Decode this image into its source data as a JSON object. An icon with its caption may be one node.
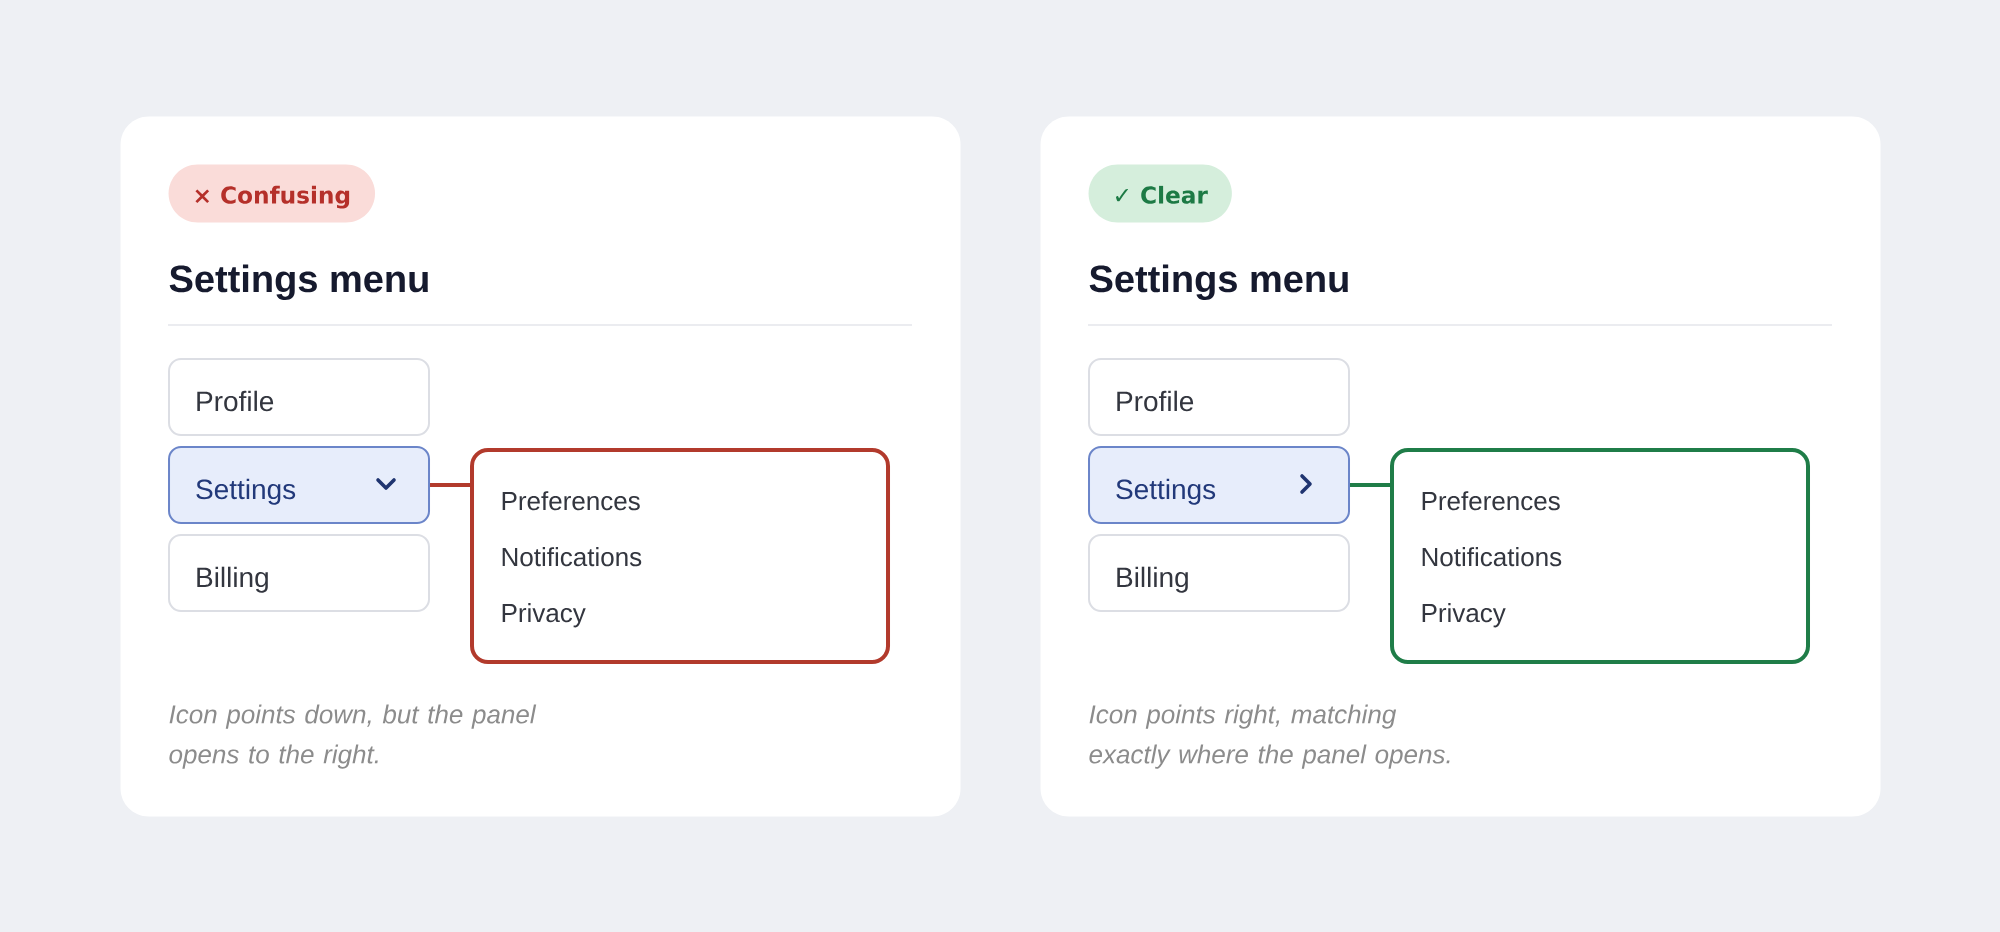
{
  "diagram": {
    "nodes": [
      {
        "text": [
          "Settings menu",
          "Icon points down, but the panel opens to the right."
        ]
      },
      {
        "text": [
          "× Confusing"
        ],
        "in": 0
      },
      {
        "text": [
          "Profile"
        ],
        "in": 0
      },
      {
        "text": [
          "Settings"
        ],
        "in": 0
      },
      {
        "text": [
          "Billing"
        ],
        "in": 0
      },
      {
        "text": [
          "Preferences",
          "Notifications",
          "Privacy"
        ],
        "in": 0
      },
      {
        "text": [
          "Settings menu",
          "Icon points right, matching exactly where the panel opens."
        ]
      },
      {
        "text": [
          "✓ Clear"
        ],
        "in": 6
      },
      {
        "text": [
          "Profile"
        ],
        "in": 6
      },
      {
        "text": [
          "Settings"
        ],
        "in": 6
      },
      {
        "text": [
          "Billing"
        ],
        "in": 6
      },
      {
        "text": [
          "Preferences",
          "Notifications",
          "Privacy"
        ],
        "in": 6
      }
    ],
    "edges": [
      {
        "from": 3,
        "to": 5,
        "arrow": "none",
        "color": "#b23a2c"
      },
      {
        "from": 9,
        "to": 11,
        "arrow": "none",
        "color": "#1f7d48"
      }
    ]
  }
}
